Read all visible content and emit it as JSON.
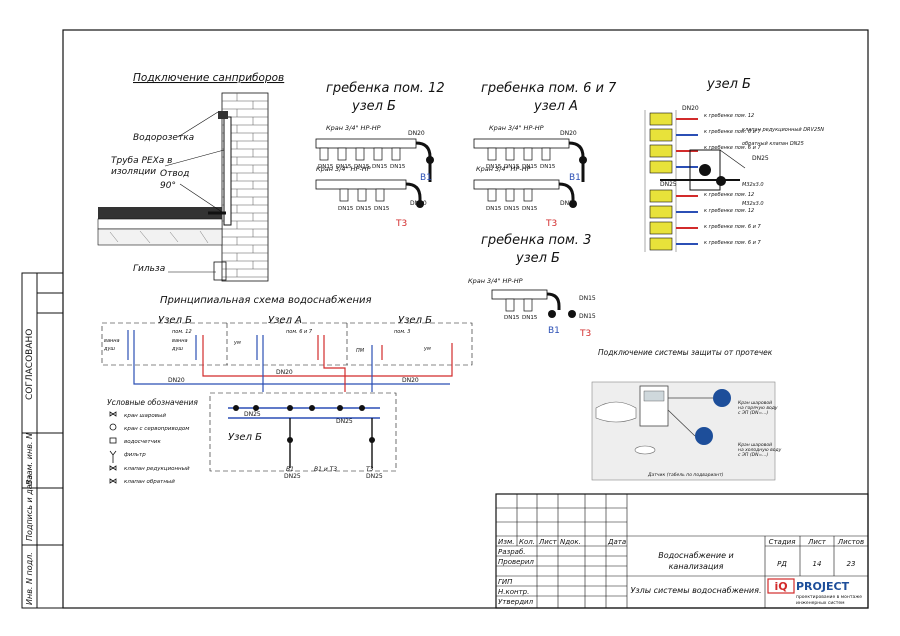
{
  "colors": {
    "blue": "#2b4fb5",
    "red": "#d22b2b",
    "yellow": "#e8e23a",
    "photo_bg": "#eeeeee",
    "logo_blue": "#1d4e9a",
    "logo_red": "#d22b2b"
  },
  "sidebar": {
    "approved": "СОГЛАСОВАНО",
    "inv_sub": "Инв. N подл.",
    "sign_date": "Подпись и дата",
    "replace_inv": "Взам. инв. N"
  },
  "connection": {
    "title": "Подключение санприборов",
    "socket": "Водорозетка",
    "pipe": "Труба PEXa в",
    "pipe2": "изоляции",
    "bend": "Отвод",
    "bend2": "90°",
    "sleeve": "Гильза"
  },
  "manifold12": {
    "title": "гребенка пом. 12",
    "node": "узел Б",
    "valve1": "Кран 3/4\" НР-НР",
    "valve2": "Кран 3/4\" НР-НР",
    "dn20a": "DN20",
    "dn20b": "DN20",
    "dn15": "DN15",
    "b1": "В1",
    "t3": "Т3"
  },
  "manifold67": {
    "title": "гребенка пом. 6 и 7",
    "node": "узел А",
    "valve1": "Кран 3/4\" НР-НР",
    "valve2": "Кран 3/4\" НР-НР",
    "dn20a": "DN20",
    "dn20b": "DN20",
    "dn15": "DN15",
    "b1": "В1",
    "t3": "Т3"
  },
  "manifold3": {
    "title": "гребенка пом. 3",
    "node": "узел Б",
    "valve": "Кран 3/4\" НР-НР",
    "dn15a": "DN15",
    "dn15b": "DN15",
    "dn15": "DN15",
    "b1": "В1",
    "t3": "Т3"
  },
  "nodeB": {
    "title": "узел Б",
    "dn20": "DN20",
    "dn25": "DN25",
    "dn25b": "DN25",
    "to_manifold_12": "к гребенке пом. 12",
    "to_manifold_67": "к гребенке пом. 6 и 7",
    "reducer": "клапан редукционный DRV25N",
    "check": "обратный клапан DN25",
    "size": "М32х3.0",
    "size2": "М32х3.0"
  },
  "scheme": {
    "title": "Принципиальная схема водоснабжения",
    "node_b1": "Узел Б",
    "node_a": "Узел А",
    "node_b2": "Узел Б",
    "node_b3": "Узел Б",
    "room12": "пом. 12",
    "room67": "пом. 6 и 7",
    "room3": "пом. 3",
    "dn20a": "DN20",
    "dn20b": "DN20",
    "dn20c": "DN20",
    "dn25a": "DN25",
    "dn25b": "DN25",
    "dn25c": "DN25",
    "dn25d": "DN25",
    "b1": "В1",
    "t3": "Т3",
    "b1t3": "В1 и Т3",
    "vanna": "ванна",
    "dush": "душ",
    "um": "ум",
    "pm": "ПМ"
  },
  "legend": {
    "title": "Условные обозначения",
    "items": [
      "кран шаровый",
      "кран с сервоприводом",
      "водосчетчик",
      "фильтр",
      "клапан редукционный",
      "клапан обратный"
    ]
  },
  "leak": {
    "title": "Подключение системы защиты от протечек",
    "note1": "Кран шаровой",
    "note1b": "на горячую воду",
    "note1c": "с ЭП (DN=...)",
    "note2": "Кран шаровой",
    "note2b": "на холодную воду",
    "note2c": "с ЭП (DN=...)",
    "sensor": "Датчик (табель по подвариант)"
  },
  "titleblock": {
    "h_izm": "Изм.",
    "h_kol": "Кол.",
    "h_list": "Лист",
    "h_ndok": "Nдок.",
    "h_data": "Дата",
    "razrab": "Разраб.",
    "proveril": "Проверил",
    "gip": "ГИП",
    "nkontr": "Н.контр.",
    "utverdil": "Утвердил",
    "section": "Водоснабжение и",
    "section2": "канализация",
    "sheet_title": "Узлы системы водоснабжения.",
    "stage_h": "Стадия",
    "list_h": "Лист",
    "lists_h": "Листов",
    "stage": "РД",
    "list": "14",
    "lists": "23",
    "logo_iq": "iQ",
    "logo_project": "PROJECT",
    "logo_sub1": "проектирование в монтаже",
    "logo_sub2": "инженерных систем"
  }
}
